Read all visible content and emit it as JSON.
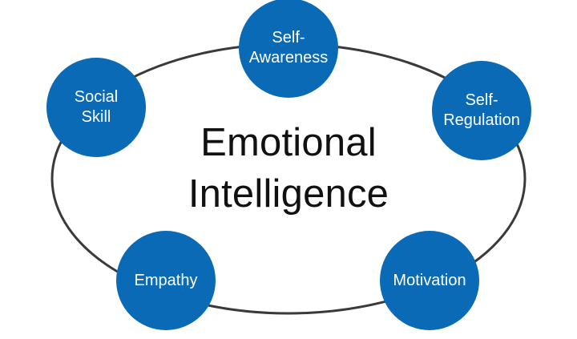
{
  "diagram": {
    "title_lines": [
      "Emotional",
      "Intelligence"
    ],
    "nodes": [
      {
        "id": "self-awareness",
        "label": "Self-\nAwareness"
      },
      {
        "id": "self-regulation",
        "label": "Self-\nRegulation"
      },
      {
        "id": "social-skill",
        "label": "Social\nSkill"
      },
      {
        "id": "empathy",
        "label": "Empathy"
      },
      {
        "id": "motivation",
        "label": "Motivation"
      }
    ],
    "colors": {
      "node_fill": "#0a6ab5",
      "node_text": "#ffffff",
      "ring_stroke": "#3a3a3a",
      "title_text": "#111111",
      "background": "#ffffff"
    }
  }
}
